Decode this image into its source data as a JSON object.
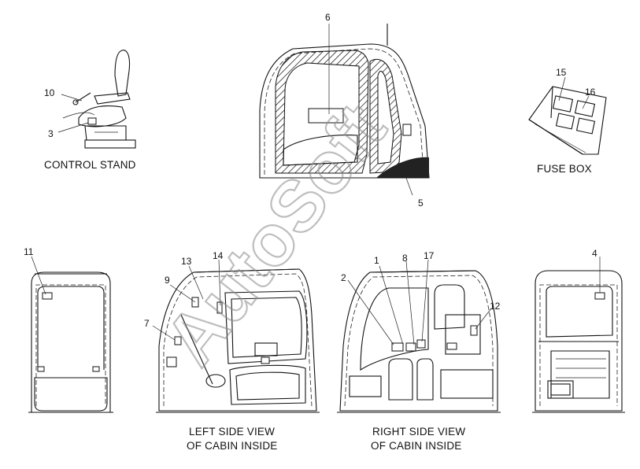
{
  "watermark": "AutoSoft",
  "captions": {
    "control_stand": "CONTROL STAND",
    "fuse_box": "FUSE BOX",
    "left_side_line1": "LEFT SIDE VIEW",
    "left_side_line2": "OF CABIN INSIDE",
    "right_side_line1": "RIGHT SIDE VIEW",
    "right_side_line2": "OF CABIN INSIDE"
  },
  "callouts": [
    "1",
    "2",
    "3",
    "4",
    "5",
    "6",
    "7",
    "8",
    "9",
    "10",
    "11",
    "12",
    "13",
    "14",
    "15",
    "16",
    "17"
  ]
}
